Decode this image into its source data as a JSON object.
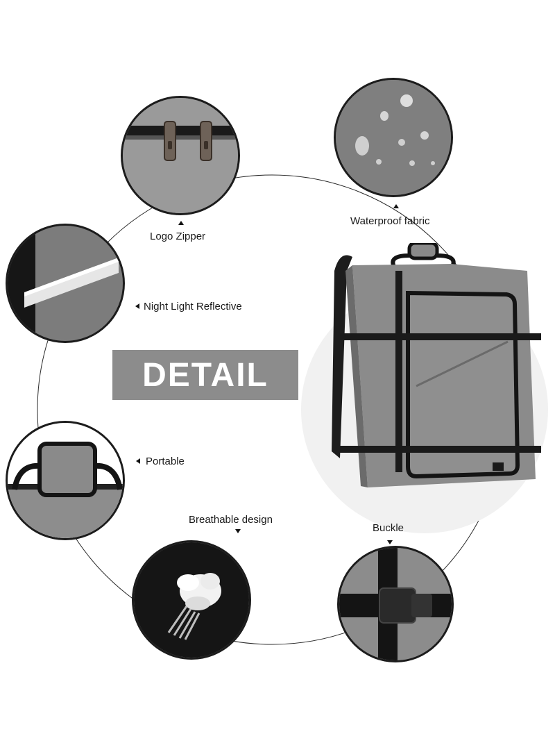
{
  "banner": {
    "title": "DETAIL"
  },
  "features": {
    "logo_zipper": "Logo Zipper",
    "waterproof": "Waterproof fabric",
    "reflective": "Night Light Reflective",
    "portable": "Portable",
    "breathable": "Breathable design",
    "buckle": "Buckle"
  },
  "colors": {
    "fabric_gray": "#8a8a8a",
    "trim_black": "#141414",
    "banner_gray": "#8c8c8c",
    "banner_text": "#ffffff"
  }
}
